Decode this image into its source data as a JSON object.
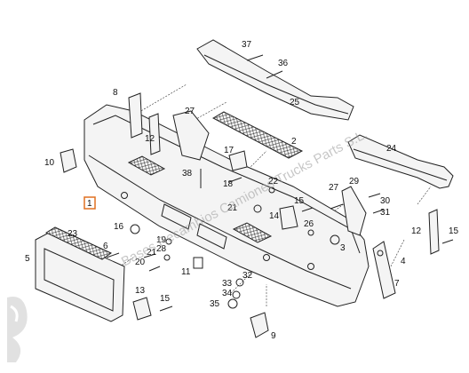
{
  "diagram": {
    "callouts": [
      {
        "id": "c37",
        "text": "37"
      },
      {
        "id": "c36",
        "text": "36"
      },
      {
        "id": "c25",
        "text": "25"
      },
      {
        "id": "c8",
        "text": "8"
      },
      {
        "id": "c27a",
        "text": "27"
      },
      {
        "id": "c12a",
        "text": "12"
      },
      {
        "id": "c2",
        "text": "2"
      },
      {
        "id": "c10",
        "text": "10"
      },
      {
        "id": "c17",
        "text": "17"
      },
      {
        "id": "c38",
        "text": "38"
      },
      {
        "id": "c18",
        "text": "18"
      },
      {
        "id": "c22",
        "text": "22"
      },
      {
        "id": "c24",
        "text": "24"
      },
      {
        "id": "c1",
        "text": "1"
      },
      {
        "id": "c21a",
        "text": "21"
      },
      {
        "id": "c15a",
        "text": "15"
      },
      {
        "id": "c27b",
        "text": "27"
      },
      {
        "id": "c29",
        "text": "29"
      },
      {
        "id": "c30",
        "text": "30"
      },
      {
        "id": "c14",
        "text": "14"
      },
      {
        "id": "c26",
        "text": "26"
      },
      {
        "id": "c31",
        "text": "31"
      },
      {
        "id": "c16",
        "text": "16"
      },
      {
        "id": "c23",
        "text": "23"
      },
      {
        "id": "c6",
        "text": "6"
      },
      {
        "id": "c19",
        "text": "19"
      },
      {
        "id": "c28",
        "text": "28"
      },
      {
        "id": "c21b",
        "text": "21"
      },
      {
        "id": "c20",
        "text": "20"
      },
      {
        "id": "c5",
        "text": "5"
      },
      {
        "id": "c11",
        "text": "11"
      },
      {
        "id": "c32",
        "text": "32"
      },
      {
        "id": "c12b",
        "text": "12"
      },
      {
        "id": "c15b",
        "text": "15"
      },
      {
        "id": "c3",
        "text": "3"
      },
      {
        "id": "c4",
        "text": "4"
      },
      {
        "id": "c7",
        "text": "7"
      },
      {
        "id": "c13",
        "text": "13"
      },
      {
        "id": "c15c",
        "text": "15"
      },
      {
        "id": "c33",
        "text": "33"
      },
      {
        "id": "c34",
        "text": "34"
      },
      {
        "id": "c35",
        "text": "35"
      },
      {
        "id": "c9",
        "text": "9"
      }
    ],
    "highlight_color": "#e07020",
    "watermark": "Bases Recambios Camiones Trucks Parts S.L."
  }
}
